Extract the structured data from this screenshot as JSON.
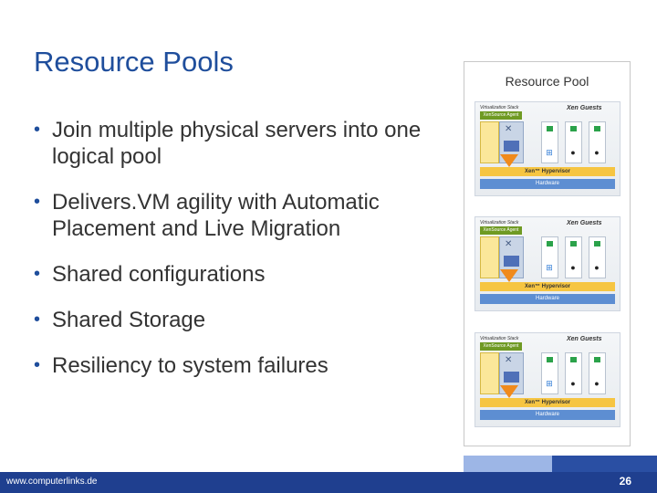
{
  "slide": {
    "title": "Resource Pools",
    "bullets": [
      "Join multiple physical servers into one logical pool",
      "Delivers.VM agility with Automatic Placement and Live Migration",
      "Shared configurations",
      "Shared Storage",
      "Resiliency to system failures"
    ]
  },
  "pool": {
    "title": "Resource Pool",
    "server": {
      "stack_label": "Virtualization Stack",
      "agent_label": "XenSource Agent",
      "guests_label": "Xen Guests",
      "hypervisor_label": "Xen™ Hypervisor",
      "hardware_label": "Hardware"
    }
  },
  "footer": {
    "url": "www.computerlinks.de",
    "page_number": "26"
  },
  "colors": {
    "title": "#1f4e9c",
    "footer_bar": "#1f3f8f",
    "hypervisor": "#f6c542",
    "hardware": "#5d8ed2"
  }
}
